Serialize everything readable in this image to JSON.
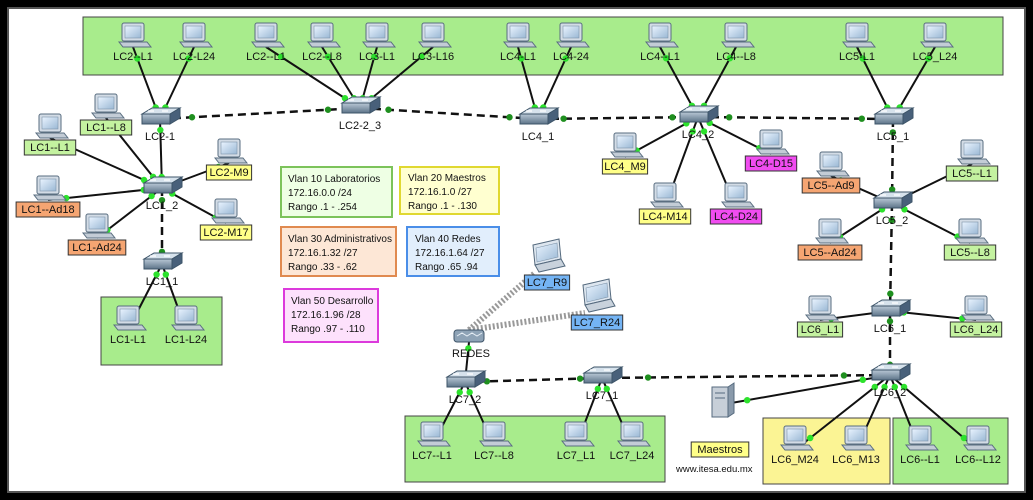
{
  "site_url": "www.itesa.edu.mx",
  "label_colors": {
    "green": "#c4f2a0",
    "yellow": "#ffff88",
    "orange": "#f5a572",
    "blue": "#74b4f4",
    "magenta": "#f04cf0"
  },
  "vlans": [
    {
      "lines": [
        "Vlan 10 Laboratorios",
        "172.16.0.0 /24",
        "Rango .1 - .254"
      ],
      "fill": "#eeffe4",
      "stroke": "#7cc35a"
    },
    {
      "lines": [
        "Vlan 20 Maestros",
        "172.16.1.0 /27",
        "Rango .1 - .130"
      ],
      "fill": "#ffffd0",
      "stroke": "#e0d830"
    },
    {
      "lines": [
        "Vlan 30 Administrativos",
        "172.16.1.32 /27",
        "Rango .33 - .62"
      ],
      "fill": "#fde7d6",
      "stroke": "#e08a50"
    },
    {
      "lines": [
        "Vlan 40 Redes",
        "172.16.1.64 /27",
        "Rango .65 .94"
      ],
      "fill": "#e1eefc",
      "stroke": "#4a8ee8"
    },
    {
      "lines": [
        "Vlan 50 Desarrollo",
        "172.16.1.96 /28",
        "Rango .97 - .110"
      ],
      "fill": "#fde1fc",
      "stroke": "#dc3adc"
    }
  ],
  "switches": [
    {
      "id": "lc2_1",
      "label": "LC2-1"
    },
    {
      "id": "lc2_2_3",
      "label": "LC2-2_3"
    },
    {
      "id": "lc4_1",
      "label": "LC4_1"
    },
    {
      "id": "lc4_2",
      "label": "LC4_2"
    },
    {
      "id": "lc5_1",
      "label": "LC5_1"
    },
    {
      "id": "lc1_2",
      "label": "LC1_2"
    },
    {
      "id": "lc1_1",
      "label": "LC1_1"
    },
    {
      "id": "lc5_2",
      "label": "LC5_2"
    },
    {
      "id": "lc6_1",
      "label": "LC6_1"
    },
    {
      "id": "lc6_2",
      "label": "LC6_2"
    },
    {
      "id": "lc7_2",
      "label": "LC7_2"
    },
    {
      "id": "lc7_1",
      "label": "LC7_1"
    }
  ],
  "hosts": [
    {
      "label": "LC2--L1",
      "tag": "plain"
    },
    {
      "label": "LC2-L24",
      "tag": "plain"
    },
    {
      "label": "LC2--L1",
      "tag": "plain"
    },
    {
      "label": "LC2--L8",
      "tag": "plain"
    },
    {
      "label": "LC3-L1",
      "tag": "plain"
    },
    {
      "label": "LC3-L16",
      "tag": "plain"
    },
    {
      "label": "LC4-L1",
      "tag": "plain"
    },
    {
      "label": "LC4-24",
      "tag": "plain"
    },
    {
      "label": "LC4--L1",
      "tag": "plain"
    },
    {
      "label": "LC4--L8",
      "tag": "plain"
    },
    {
      "label": "LC5-L1",
      "tag": "plain"
    },
    {
      "label": "LC5_L24",
      "tag": "plain"
    },
    {
      "label": "LC1--L8",
      "tag": "green"
    },
    {
      "label": "LC1--L1",
      "tag": "green"
    },
    {
      "label": "LC1--Ad18",
      "tag": "orange"
    },
    {
      "label": "LC1-Ad24",
      "tag": "orange"
    },
    {
      "label": "LC2-M9",
      "tag": "yellow"
    },
    {
      "label": "LC2-M17",
      "tag": "yellow"
    },
    {
      "label": "LC1-L1",
      "tag": "plain"
    },
    {
      "label": "LC1-L24",
      "tag": "plain"
    },
    {
      "label": "LC4_M9",
      "tag": "yellow"
    },
    {
      "label": "LC4-M14",
      "tag": "yellow"
    },
    {
      "label": "LC4-D24",
      "tag": "magenta"
    },
    {
      "label": "LC4-D15",
      "tag": "magenta"
    },
    {
      "label": "LC5--Ad9",
      "tag": "orange"
    },
    {
      "label": "LC5--Ad24",
      "tag": "orange"
    },
    {
      "label": "LC5--L1",
      "tag": "green"
    },
    {
      "label": "LC5--L8",
      "tag": "green"
    },
    {
      "label": "LC6_L1",
      "tag": "green"
    },
    {
      "label": "LC6_L24",
      "tag": "green"
    },
    {
      "label": "LC7--L1",
      "tag": "plain"
    },
    {
      "label": "LC7--L8",
      "tag": "plain"
    },
    {
      "label": "LC7_L1",
      "tag": "plain"
    },
    {
      "label": "LC7_L24",
      "tag": "plain"
    },
    {
      "label": "LC6_M24",
      "tag": "plain"
    },
    {
      "label": "LC6_M13",
      "tag": "plain"
    },
    {
      "label": "LC6--L1",
      "tag": "plain"
    },
    {
      "label": "LC6--L12",
      "tag": "plain"
    }
  ],
  "laptops": [
    {
      "label": "LC7_R9",
      "tag": "blue"
    },
    {
      "label": "LC7_R24",
      "tag": "blue"
    }
  ],
  "access_point": {
    "label": "REDES"
  },
  "server": {
    "label": "Maestros",
    "tag": "yellow"
  }
}
